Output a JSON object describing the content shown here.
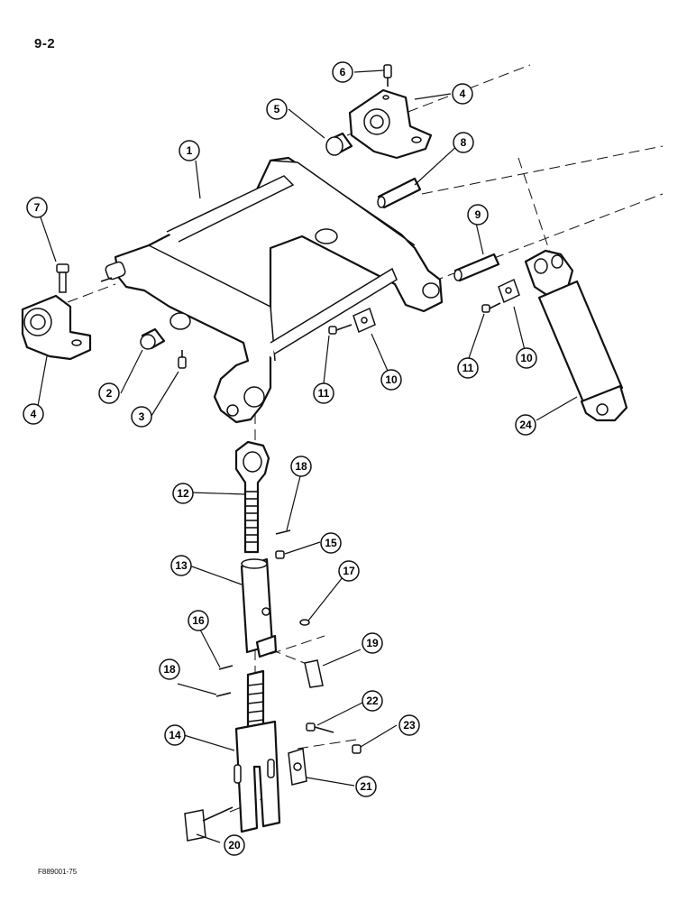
{
  "page": {
    "number": "9-2",
    "figure_code": "F889001-75"
  },
  "callouts": [
    {
      "id": "c1",
      "label": "1"
    },
    {
      "id": "c2",
      "label": "2"
    },
    {
      "id": "c3",
      "label": "3"
    },
    {
      "id": "c4a",
      "label": "4"
    },
    {
      "id": "c4b",
      "label": "4"
    },
    {
      "id": "c5",
      "label": "5"
    },
    {
      "id": "c6",
      "label": "6"
    },
    {
      "id": "c7",
      "label": "7"
    },
    {
      "id": "c8",
      "label": "8"
    },
    {
      "id": "c9",
      "label": "9"
    },
    {
      "id": "c10a",
      "label": "10"
    },
    {
      "id": "c10b",
      "label": "10"
    },
    {
      "id": "c11a",
      "label": "11"
    },
    {
      "id": "c11b",
      "label": "11"
    },
    {
      "id": "c12",
      "label": "12"
    },
    {
      "id": "c13",
      "label": "13"
    },
    {
      "id": "c14",
      "label": "14"
    },
    {
      "id": "c15",
      "label": "15"
    },
    {
      "id": "c16",
      "label": "16"
    },
    {
      "id": "c17",
      "label": "17"
    },
    {
      "id": "c18a",
      "label": "18"
    },
    {
      "id": "c18b",
      "label": "18"
    },
    {
      "id": "c19",
      "label": "19"
    },
    {
      "id": "c20",
      "label": "20"
    },
    {
      "id": "c21",
      "label": "21"
    },
    {
      "id": "c22",
      "label": "22"
    },
    {
      "id": "c23",
      "label": "23"
    },
    {
      "id": "c24",
      "label": "24"
    }
  ]
}
